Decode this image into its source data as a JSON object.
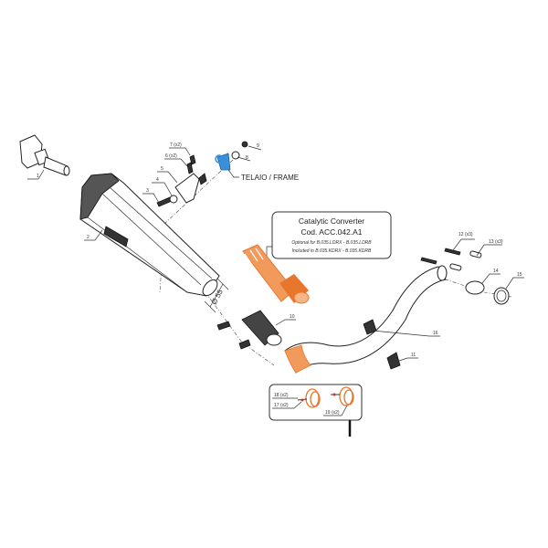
{
  "title": "Exhaust system exploded parts diagram",
  "colors": {
    "catalytic": "#e8762c",
    "frame_bracket": "#3a8fd6",
    "line": "#222222"
  },
  "catalytic_box": {
    "title": "Catalytic Converter",
    "code": "Cod. ACC.042.A1",
    "note_optional": "Optional for B.035.LDRX - B.035.LDRB",
    "note_included": "Included in B.035.KDRX - B.035.KDRB"
  },
  "frame_label": "TELAIO / FRAME",
  "diameter_label": "Ø 55",
  "parts": {
    "p1": "1",
    "p2": "2",
    "p3": "3",
    "p4": "4",
    "p5": "5",
    "p6": "6 (x2)",
    "p7": "7 (x2)",
    "p8": "8",
    "p9": "9",
    "p10": "10",
    "p11": "11",
    "p12": "12 (x3)",
    "p13": "13 (x3)",
    "p14": "14",
    "p15": "15",
    "p16": "16",
    "p17": "17 (x2)",
    "p18": "18 (x2)",
    "p19": "19 (x2)"
  }
}
